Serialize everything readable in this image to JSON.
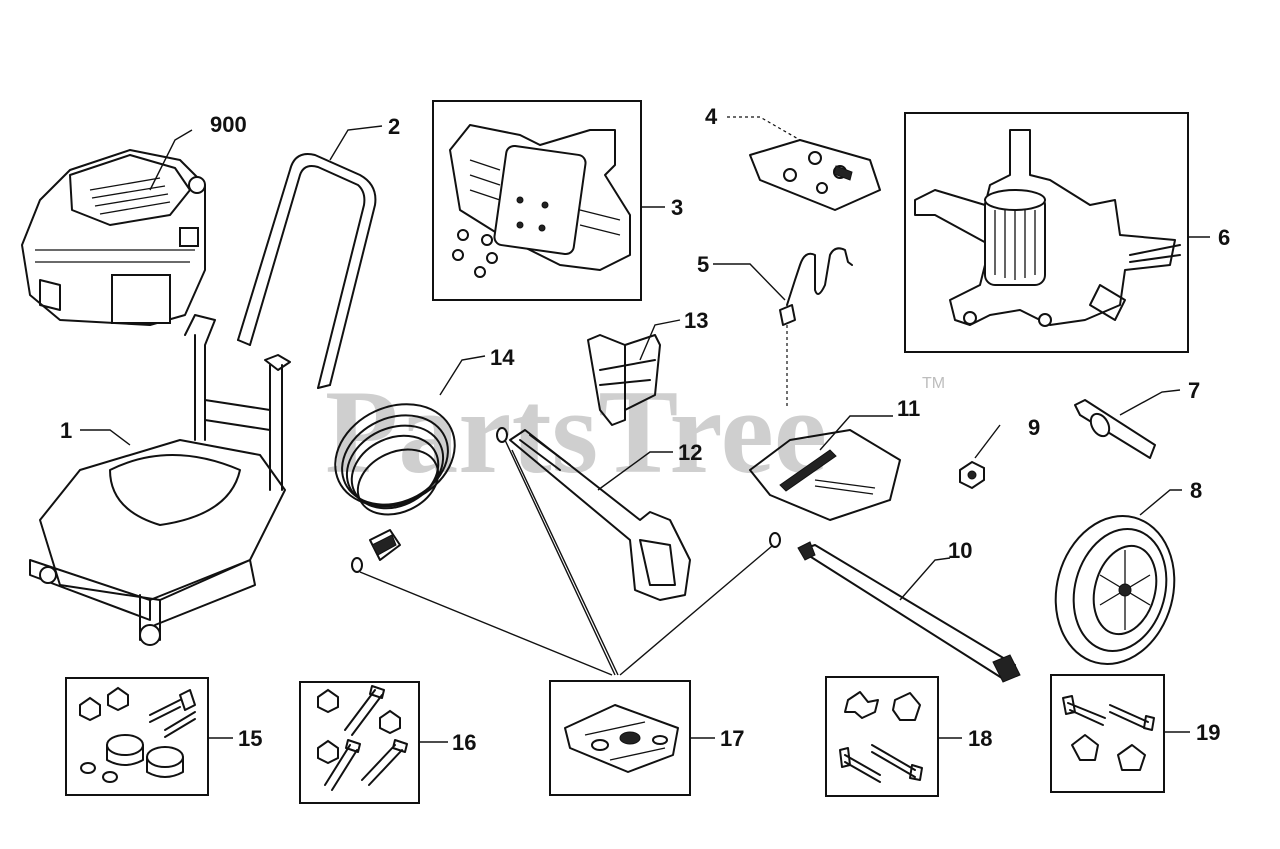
{
  "watermark": {
    "text": "PartsTree",
    "tm": "TM"
  },
  "callouts": {
    "c900": "900",
    "c1": "1",
    "c2": "2",
    "c3": "3",
    "c4": "4",
    "c5": "5",
    "c6": "6",
    "c7": "7",
    "c8": "8",
    "c9": "9",
    "c10": "10",
    "c11": "11",
    "c12": "12",
    "c13": "13",
    "c14": "14",
    "c15": "15",
    "c16": "16",
    "c17": "17",
    "c18": "18",
    "c19": "19"
  }
}
